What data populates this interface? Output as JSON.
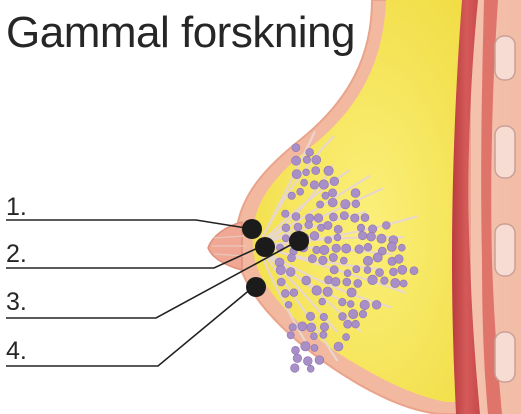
{
  "title": "Gammal forskning",
  "labels": [
    {
      "number": "1."
    },
    {
      "number": "2."
    },
    {
      "number": "3."
    },
    {
      "number": "4."
    }
  ],
  "colors": {
    "background": "#ffffff",
    "fat_tissue": "#f7e655",
    "skin": "#f0b49a",
    "muscle": "#c84a4a",
    "rib": "#f5d8cf",
    "lobule": "#a98fc8",
    "duct": "#e8d7cc",
    "marker": "#1b1b1b",
    "leader_line": "#222222",
    "text": "#262626"
  },
  "icons": {
    "marker": "filled-black-circle",
    "rib": "bone-cross-section"
  }
}
